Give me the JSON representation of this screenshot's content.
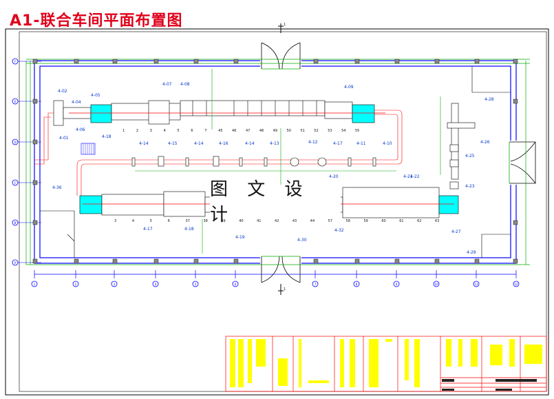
{
  "title": "A1-联合车间平面布置图",
  "watermark": "图 文 设 计",
  "section_mark": "1",
  "colors": {
    "border": "#000000",
    "wall": "#0000ff",
    "dim": "#00aa00",
    "pipe": "#ff0000",
    "equip_fill": "#00ffff",
    "label": "#0033cc",
    "title": "#e0001b",
    "titleblock": "#ff0000",
    "titleblock_text": "#ffff00"
  },
  "row_grid": [
    "F",
    "E",
    "D",
    "C",
    "B",
    "A"
  ],
  "col_grid": [
    "1",
    "2",
    "3",
    "4",
    "5",
    "6",
    "7",
    "8",
    "9",
    "10",
    "11",
    "12"
  ],
  "callouts": [
    {
      "id": "c1",
      "text": "4-02"
    },
    {
      "id": "c2",
      "text": "4-05"
    },
    {
      "id": "c3",
      "text": "4-04"
    },
    {
      "id": "c4",
      "text": "4-06"
    },
    {
      "id": "c5",
      "text": "4-01"
    },
    {
      "id": "c6",
      "text": "4-07"
    },
    {
      "id": "c7",
      "text": "4-08"
    },
    {
      "id": "c8",
      "text": "4-09"
    },
    {
      "id": "c9",
      "text": "4-28"
    },
    {
      "id": "c10",
      "text": "4-18"
    },
    {
      "id": "c11",
      "text": "4-14"
    },
    {
      "id": "c12",
      "text": "4-15"
    },
    {
      "id": "c13",
      "text": "4-14"
    },
    {
      "id": "c14",
      "text": "4-16"
    },
    {
      "id": "c15",
      "text": "4-14"
    },
    {
      "id": "c16",
      "text": "4-13"
    },
    {
      "id": "c17",
      "text": "4-12"
    },
    {
      "id": "c18",
      "text": "4-17"
    },
    {
      "id": "c19",
      "text": "4-11"
    },
    {
      "id": "c20",
      "text": "4-10"
    },
    {
      "id": "c21",
      "text": "4-20"
    },
    {
      "id": "c22",
      "text": "4-21"
    },
    {
      "id": "c23",
      "text": "4-26"
    },
    {
      "id": "c24",
      "text": "4-25"
    },
    {
      "id": "c25",
      "text": "4-23"
    },
    {
      "id": "c26",
      "text": "4-36"
    },
    {
      "id": "c27",
      "text": "4-22"
    },
    {
      "id": "c28",
      "text": "4-17"
    },
    {
      "id": "c29",
      "text": "4-18"
    },
    {
      "id": "c30",
      "text": "4-19"
    },
    {
      "id": "c31",
      "text": "4-30"
    },
    {
      "id": "c32",
      "text": "4-32"
    },
    {
      "id": "c33",
      "text": "4-27"
    },
    {
      "id": "c34",
      "text": "4-29"
    }
  ],
  "upper_line_numbers": [
    "1",
    "2",
    "3",
    "4",
    "5",
    "6",
    "7",
    "45",
    "46",
    "47",
    "48",
    "49",
    "50",
    "51",
    "52",
    "53",
    "54",
    "55"
  ],
  "lower_line_numbers": [
    "3",
    "4",
    "5",
    "6",
    "37",
    "38",
    "39",
    "40",
    "41",
    "42",
    "43",
    "44",
    "57",
    "58",
    "59",
    "60",
    "61",
    "62",
    "63"
  ]
}
